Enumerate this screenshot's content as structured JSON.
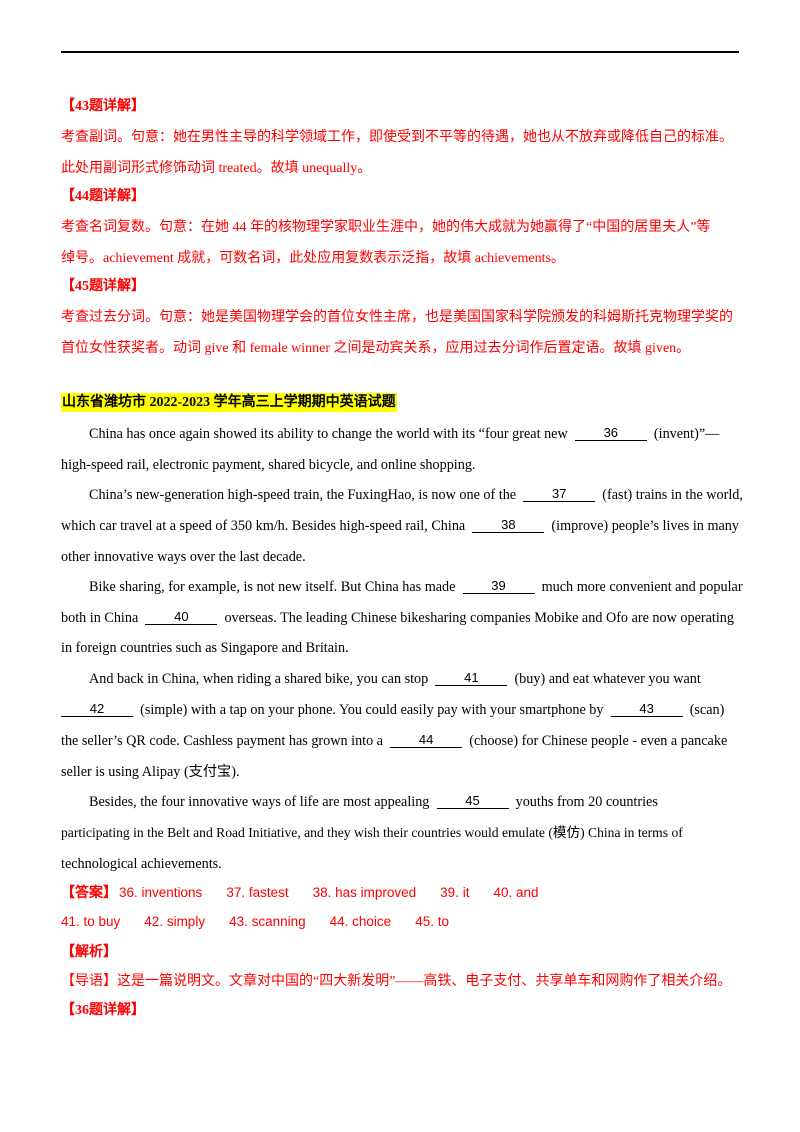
{
  "prev": {
    "q43_heading": "【43题详解】",
    "q43_line1": "考查副词。句意：她在男性主导的科学领域工作，即使受到不平等的待遇，她也从不放弃或降低自己的标准。",
    "q43_line2": "此处用副词形式修饰动词 treated。故填 unequally。",
    "q44_heading": "【44题详解】",
    "q44_line1": "考查名词复数。句意：在她 44 年的核物理学家职业生涯中，她的伟大成就为她赢得了“中国的居里夫人”等",
    "q44_line2": "绰号。achievement 成就，可数名词，此处应用复数表示泛指，故填 achievements。",
    "q45_heading": "【45题详解】",
    "q45_line1": "考查过去分词。句意：她是美国物理学会的首位女性主席，也是美国国家科学院颁发的科姆斯托克物理学奖的",
    "q45_line2": "首位女性获奖者。动词 give 和 female winner 之间是动宾关系，应用过去分词作后置定语。故填 given。"
  },
  "section_title": "山东省潍坊市 2022-2023 学年高三上学期期中英语试题",
  "passage": {
    "p1_a": "China has once again showed its ability to change the world with its “four great new",
    "p1_b": "(invent)”—",
    "p1_c": "high-speed rail, electronic payment, shared bicycle, and online shopping.",
    "p2_a": "China’s new-generation high-speed train, the FuxingHao, is now one of the",
    "p2_b": "(fast) trains in the world,",
    "p2_c": "which car travel at a speed of 350 km/h. Besides high-speed rail, China",
    "p2_d": "(improve) people’s lives in many",
    "p2_e": "other innovative ways over the last decade.",
    "p3_a": "Bike sharing, for example, is not new itself. But China has made",
    "p3_b": "much more convenient and popular",
    "p3_c": "both in China",
    "p3_d": "overseas. The leading Chinese bikesharing companies Mobike and Ofo are now operating",
    "p3_e": "in foreign countries such as Singapore and Britain.",
    "p4_a": "And back in China, when riding a shared bike, you can stop",
    "p4_b": "(buy) and eat whatever you want",
    "p4_c": "(simple) with a tap on your phone. You could easily pay with your smartphone by",
    "p4_d": "(scan)",
    "p4_e": "the seller’s QR code. Cashless payment has grown into a",
    "p4_f": "(choose) for Chinese people - even a pancake",
    "p4_g": "seller is using Alipay (支付宝).",
    "p5_a": "Besides, the four innovative ways of life are most appealing",
    "p5_b": "youths from 20 countries",
    "p5_c": "participating in the Belt and Road Initiative, and they wish their countries would emulate (模仿) China in terms of",
    "p5_d": "technological achievements."
  },
  "blanks": [
    "36",
    "37",
    "38",
    "39",
    "40",
    "41",
    "42",
    "43",
    "44",
    "45"
  ],
  "answers": {
    "label": "【答案】",
    "row1": [
      "36.  inventions",
      "37.  fastest",
      "38.  has improved",
      "39.  it",
      "40.  and"
    ],
    "row2": [
      "41.  to buy",
      "42.  simply",
      "43.  scanning",
      "44.  choice",
      "45.  to"
    ]
  },
  "analysis_heading": "【解析】",
  "guide": "【导语】这是一篇说明文。文章对中国的“四大新发明”——高铁、电子支付、共享单车和网购作了相关介绍。",
  "q36_heading": "【36题详解】"
}
